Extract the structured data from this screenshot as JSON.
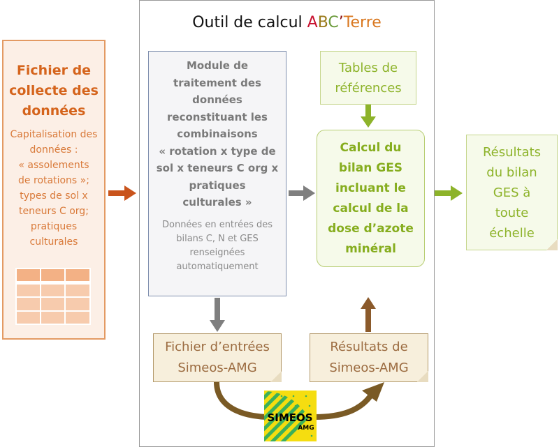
{
  "left_box": {
    "title": [
      "Fichier de",
      "collecte des",
      "données"
    ],
    "body": [
      "Capitalisation des",
      "données :",
      "« assolements",
      "de rotations »;",
      "types de sol x",
      "teneurs C org;",
      "pratiques",
      "culturales"
    ]
  },
  "frame": {
    "title_prefix": "Outil de calcul ",
    "brand": [
      "A",
      "B",
      "C",
      "’",
      "Terre"
    ],
    "brand_colors": [
      "#c8102e",
      "#9a7a1a",
      "#6a9a3a",
      "#8b1010",
      "#d97820"
    ]
  },
  "module": {
    "title": [
      "Module de",
      "traitement des",
      "données",
      "reconstituant les",
      "combinaisons",
      "« rotation x type de",
      "sol x teneurs C org x",
      "pratiques",
      "culturales »"
    ],
    "body": [
      "Données en entrées des",
      "bilans C, N et GES",
      "renseignées",
      "automatiquement"
    ]
  },
  "tables": {
    "lines": [
      "Tables de",
      "références"
    ]
  },
  "calc": {
    "lines": [
      "Calcul du",
      "bilan GES",
      "incluant le",
      "calcul de la",
      "dose d’azote",
      "minéral"
    ]
  },
  "results": {
    "lines": [
      "Résultats",
      "du bilan",
      "GES à",
      "toute",
      "échelle"
    ]
  },
  "simeos_in": {
    "lines": [
      "Fichier d’entrées",
      "Simeos-AMG"
    ]
  },
  "simeos_out": {
    "lines": [
      "Résultats de",
      "Simeos-AMG"
    ]
  },
  "logo": {
    "name": "SIMEOS",
    "sub": "AMG"
  }
}
